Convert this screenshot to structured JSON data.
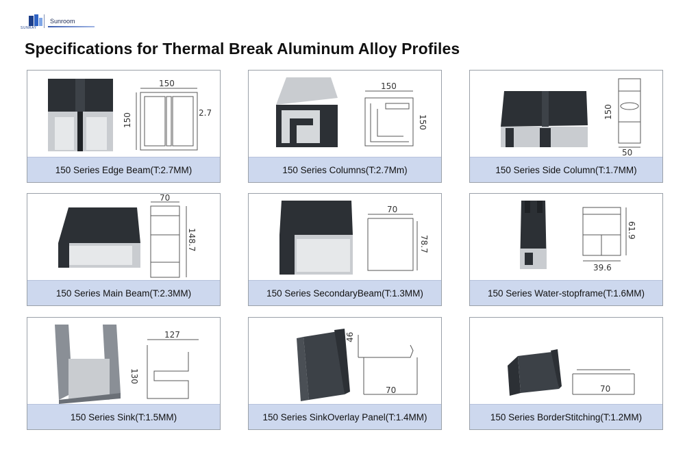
{
  "header": {
    "logo_text": "SUNRAY",
    "brand": "Sunroom",
    "title": "Specifications for Thermal Break Aluminum Alloy Profiles"
  },
  "cards": [
    {
      "caption": "150 Series Edge Beam(T:2.7MM)",
      "dims": [
        "150",
        "150",
        "2.7"
      ]
    },
    {
      "caption": "150 Series Columns(T:2.7Mm)",
      "dims": [
        "150",
        "150"
      ]
    },
    {
      "caption": "150 Series Side Column(T:1.7MM)",
      "dims": [
        "150",
        "50"
      ]
    },
    {
      "caption": "150 Series Main Beam(T:2.3MM)",
      "dims": [
        "70",
        "148.7"
      ]
    },
    {
      "caption": "150 Series SecondaryBeam(T:1.3MM)",
      "dims": [
        "70",
        "78.7"
      ]
    },
    {
      "caption": "150 Series Water-stopframe(T:1.6MM)",
      "dims": [
        "61.9",
        "39.6"
      ]
    },
    {
      "caption": "150 Series Sink(T:1.5MM)",
      "dims": [
        "127",
        "130"
      ]
    },
    {
      "caption": "150 Series SinkOverlay Panel(T:1.4MM)",
      "dims": [
        "46",
        "70"
      ]
    },
    {
      "caption": "150 Series BorderStitching(T:1.2MM)",
      "dims": [
        "70"
      ]
    }
  ],
  "colors": {
    "caption_bg": "#cdd8ee",
    "profile_dark": "#2c3035",
    "profile_silver": "#c9ccd0"
  }
}
